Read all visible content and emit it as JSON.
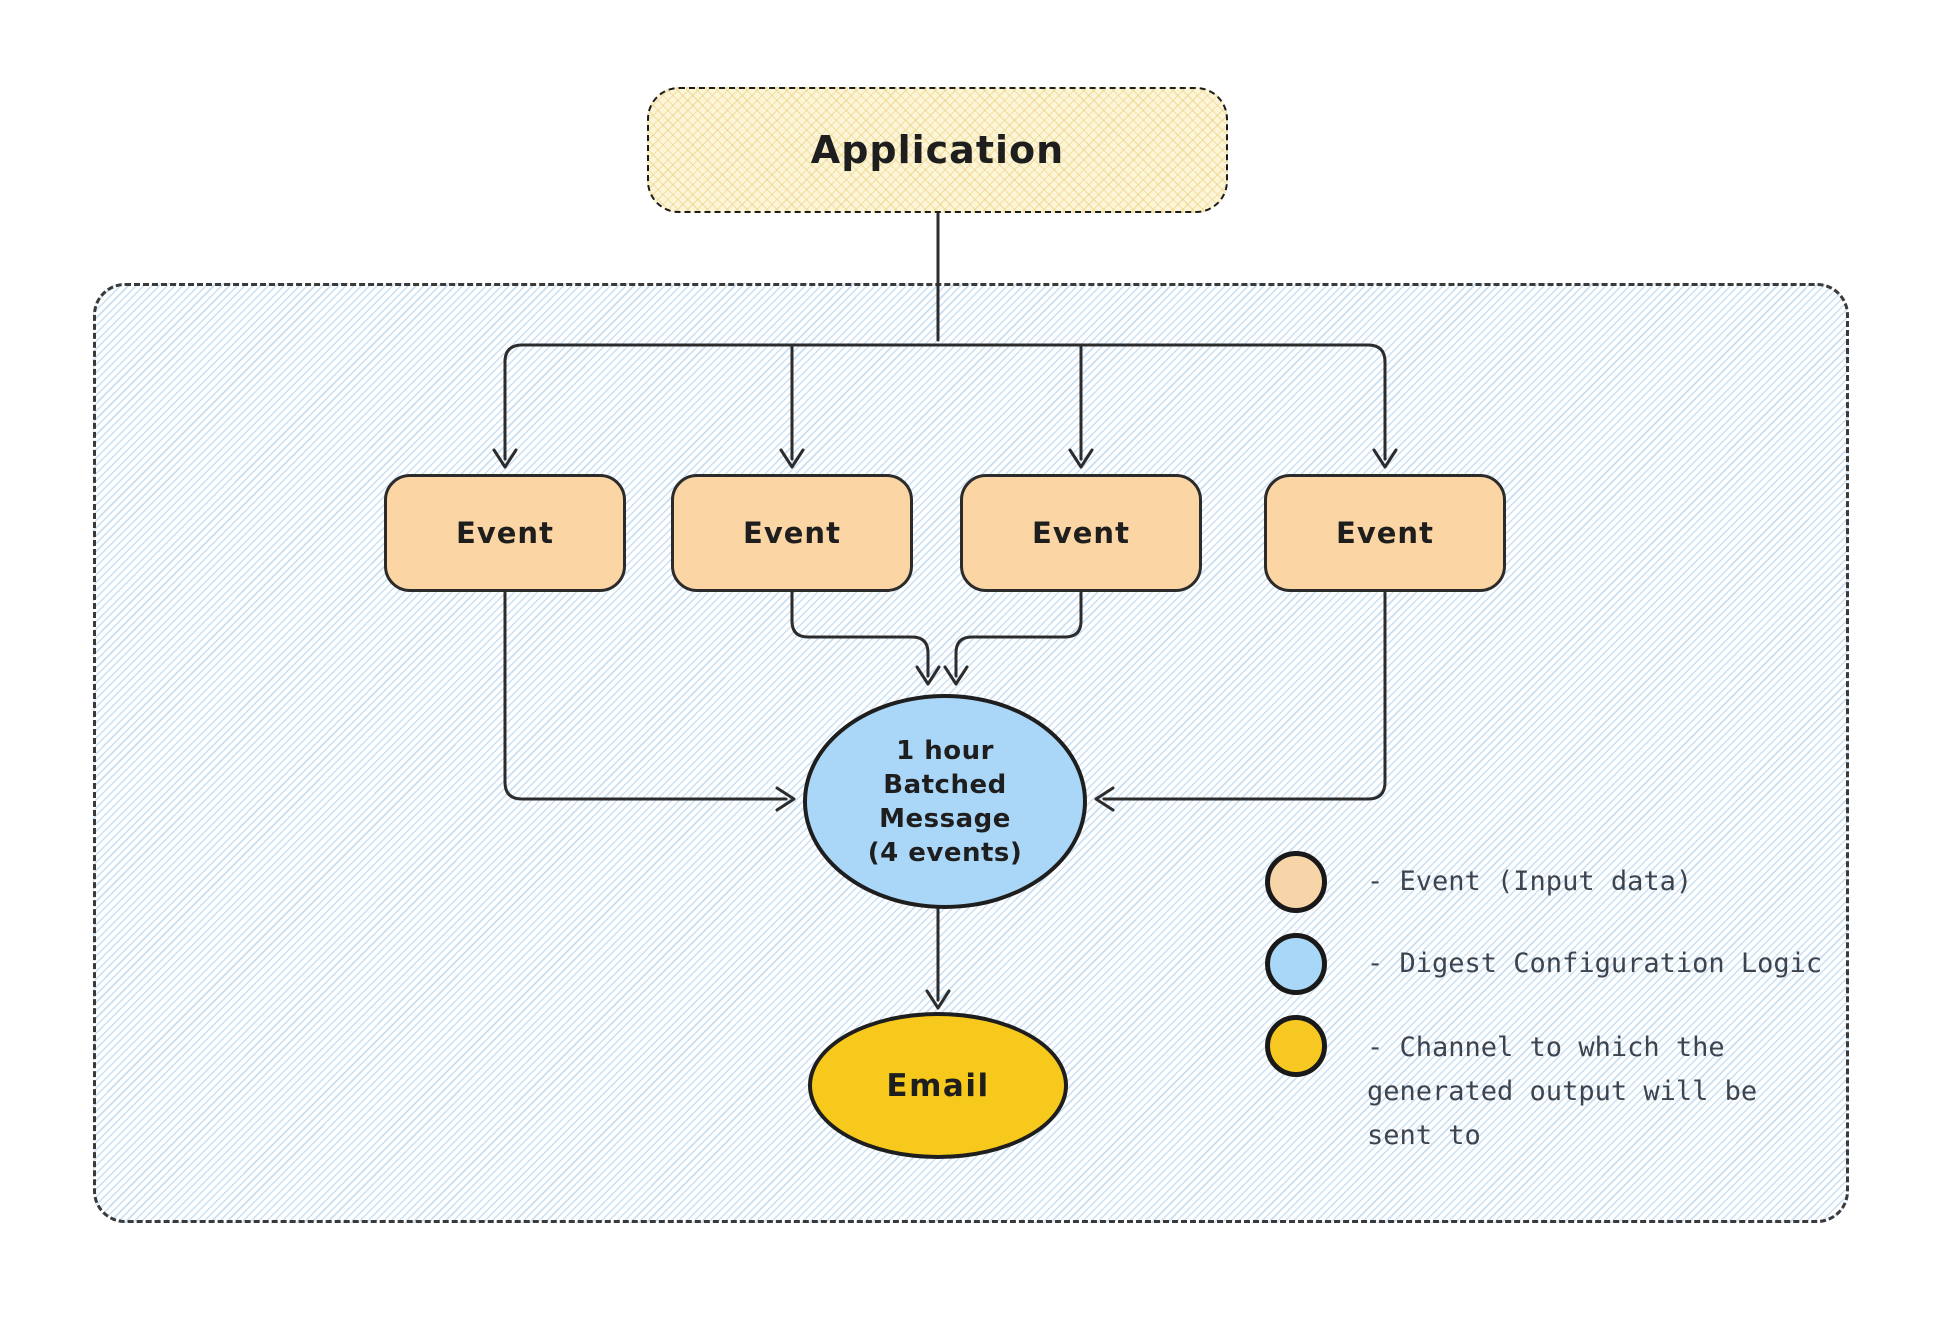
{
  "diagram": {
    "application": {
      "label": "Application"
    },
    "events": [
      {
        "label": "Event"
      },
      {
        "label": "Event"
      },
      {
        "label": "Event"
      },
      {
        "label": "Event"
      }
    ],
    "digest": {
      "label": "1 hour\nBatched\nMessage\n(4 events)"
    },
    "channel": {
      "label": "Email"
    }
  },
  "legend": {
    "items": [
      {
        "label": "- Event (Input data)",
        "color": "#f8d5a8"
      },
      {
        "label": "- Digest Configuration Logic",
        "color": "#a9d7f8"
      },
      {
        "label": "- Channel to which the\ngenerated output will be\nsent to",
        "color": "#f8c822"
      }
    ]
  },
  "colors": {
    "event_fill": "#fbd5a4",
    "digest_fill": "#aad7f7",
    "channel_fill": "#f8c91d",
    "application_fill": "#fcf5d8",
    "container_hatch": "#8dbce7",
    "line": "#2c2c2c"
  }
}
